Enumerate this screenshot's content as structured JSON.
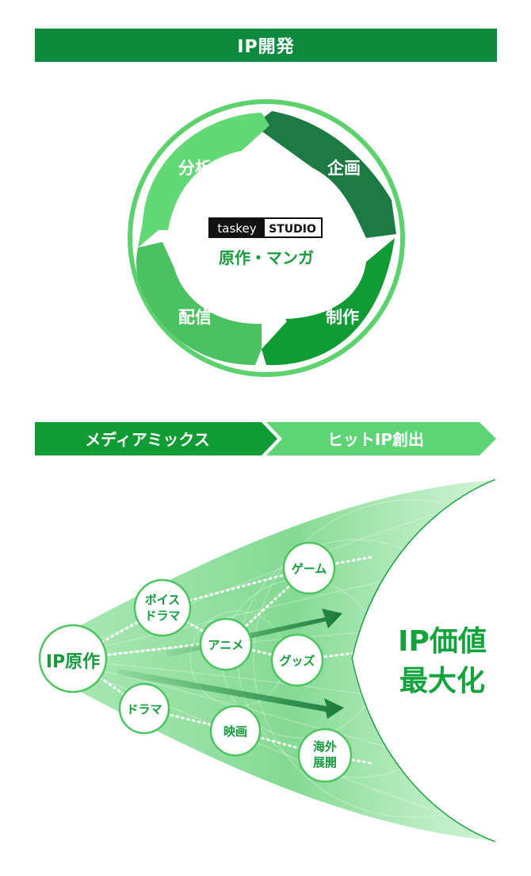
{
  "ip_dev": {
    "title": "IP開発",
    "center_logo_left": "taskey",
    "center_logo_right": "STUDIO",
    "center_subtitle": "原作・マンガ",
    "cycle": [
      "企画",
      "制作",
      "配信",
      "分析"
    ]
  },
  "flow": {
    "step1": "メディアミックス",
    "step2": "ヒットIP創出"
  },
  "media": {
    "source": "IP原作",
    "nodes": {
      "voice_drama_line1": "ボイス",
      "voice_drama_line2": "ドラマ",
      "drama": "ドラマ",
      "anime": "アニメ",
      "movie": "映画",
      "game": "ゲーム",
      "goods": "グッズ",
      "overseas_line1": "海外",
      "overseas_line2": "展開"
    },
    "result_line1": "IP価値",
    "result_line2": "最大化"
  }
}
